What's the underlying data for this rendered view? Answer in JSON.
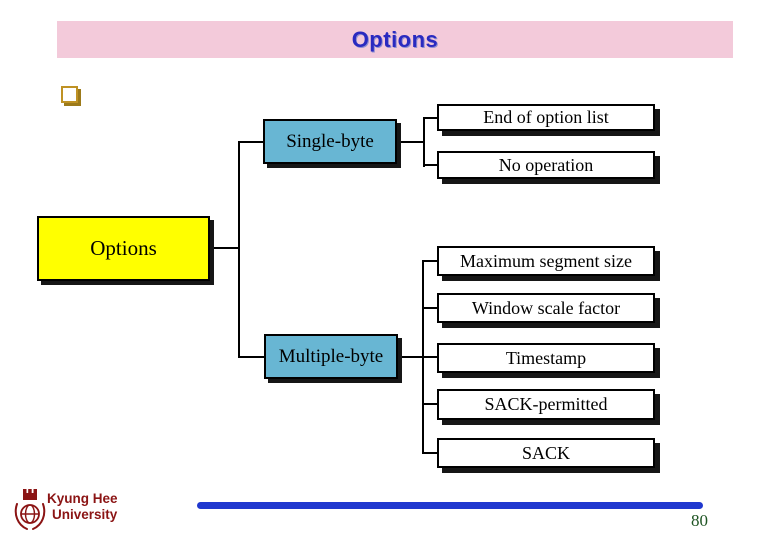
{
  "slide": {
    "title": "Options",
    "page_number": "80"
  },
  "footer": {
    "institution_line1": "Kyung Hee",
    "institution_line2": "University"
  },
  "diagram": {
    "root_label": "Options",
    "branches": [
      {
        "label": "Single-byte",
        "children": [
          "End of option list",
          "No operation"
        ]
      },
      {
        "label": "Multiple-byte",
        "children": [
          "Maximum segment size",
          "Window scale factor",
          "Timestamp",
          "SACK-permitted",
          "SACK"
        ]
      }
    ]
  },
  "icons": {
    "bullet": "square-bullet-icon",
    "logo": "kyung-hee-university-crest-icon"
  },
  "colors": {
    "title_bar_bg": "#F3CADA",
    "title_text": "#2A2AC0",
    "root_box_fill": "#FFFF00",
    "branch_box_fill": "#68B6D3",
    "leaf_box_fill": "#FFFFFF",
    "box_border": "#000000",
    "box_shadow": "#161616",
    "connector": "#000000",
    "footer_text": "#8B1414",
    "footer_line": "#2038CF",
    "page_number": "#1E5422",
    "bullet": "#BF9224"
  }
}
